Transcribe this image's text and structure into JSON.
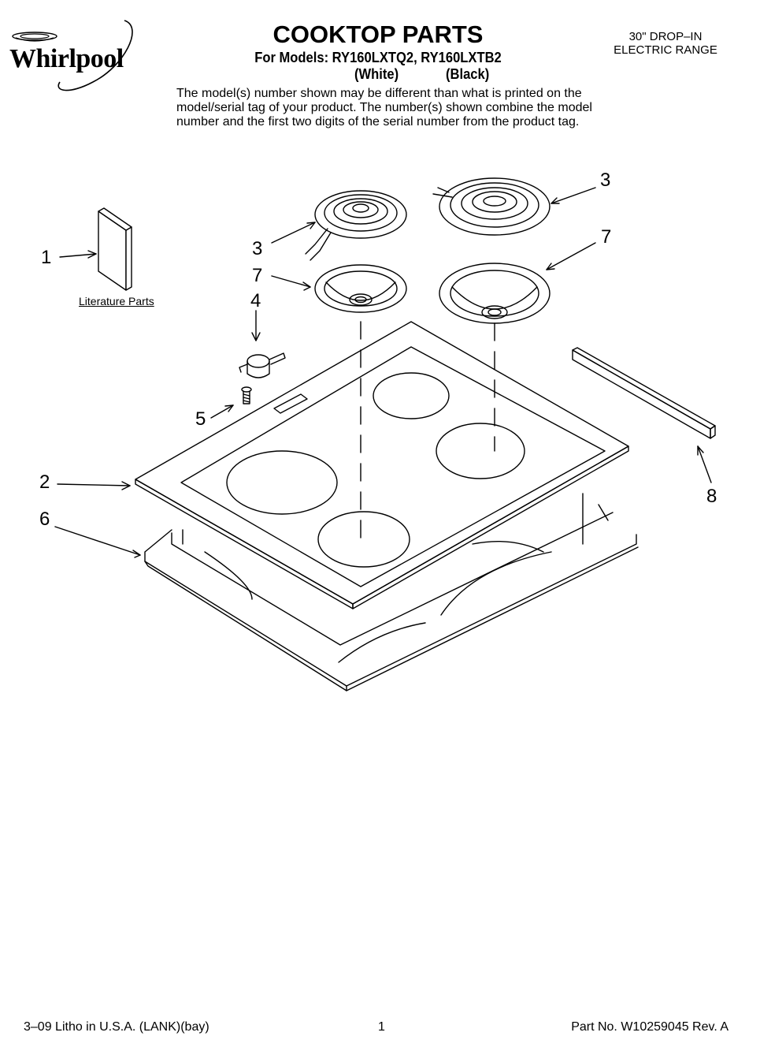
{
  "brand": {
    "name": "Whirlpool"
  },
  "header": {
    "title": "COOKTOP PARTS",
    "models_line": "For Models: RY160LXTQ2, RY160LXTB2",
    "variant_white": "(White)",
    "variant_black": "(Black)",
    "range_type_line1": "30\" DROP–IN",
    "range_type_line2": "ELECTRIC RANGE"
  },
  "note": "The model(s) number shown may be different than what is printed on the model/serial tag of your product. The number(s) shown combine the model number and the first two digits of the serial number from the product tag.",
  "diagram": {
    "callouts": [
      "1",
      "2",
      "3",
      "3",
      "4",
      "5",
      "6",
      "7",
      "7",
      "8"
    ],
    "literature_label": "Literature Parts"
  },
  "footer": {
    "left": "3–09 Litho in U.S.A. (LANK)(bay)",
    "page_number": "1",
    "part_number": "Part No. W10259045 Rev. A"
  }
}
